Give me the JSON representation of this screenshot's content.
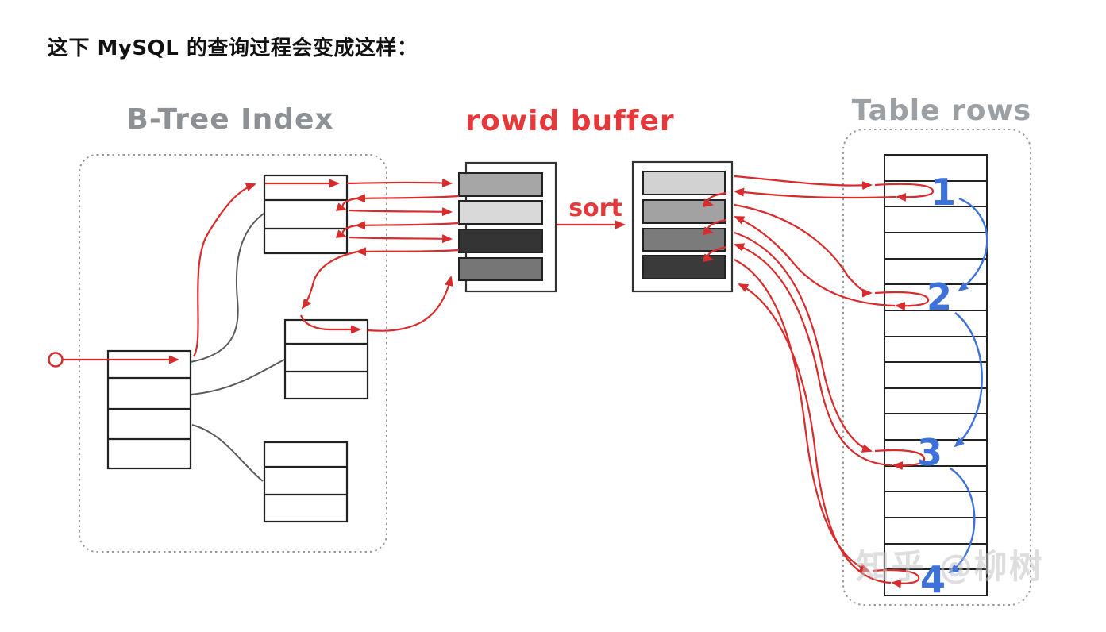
{
  "page": {
    "title": "这下 MySQL 的查询过程会变成这样："
  },
  "diagram": {
    "btree": {
      "label": "B-Tree Index",
      "node_count": 4,
      "root_rows": 4,
      "child_rows": 3
    },
    "rowid_buffer": {
      "label": "rowid buffer",
      "sort_label": "sort",
      "unsorted_bars": [
        "#a6a6a6",
        "#d9d9d9",
        "#343434",
        "#767676"
      ],
      "sorted_bars": [
        "#d2d2d2",
        "#a2a2a2",
        "#7b7b7b",
        "#3a3a3a"
      ]
    },
    "table": {
      "label": "Table rows",
      "visible_rows": 17,
      "row_markers": [
        {
          "label": "1"
        },
        {
          "label": "2"
        },
        {
          "label": "3"
        },
        {
          "label": "4"
        }
      ]
    },
    "watermark": "知乎 @柳树",
    "colors": {
      "arrow_red": "#d92b2b",
      "label_red": "#e5383b",
      "tree_gray": "#5a5a5a",
      "node_border": "#222222",
      "dashed_border": "#999999",
      "marker_blue": "#3f72d9",
      "label_gray": "#8d9095",
      "watermark_gray": "#c4c4c4",
      "title_text": "#111111"
    }
  }
}
